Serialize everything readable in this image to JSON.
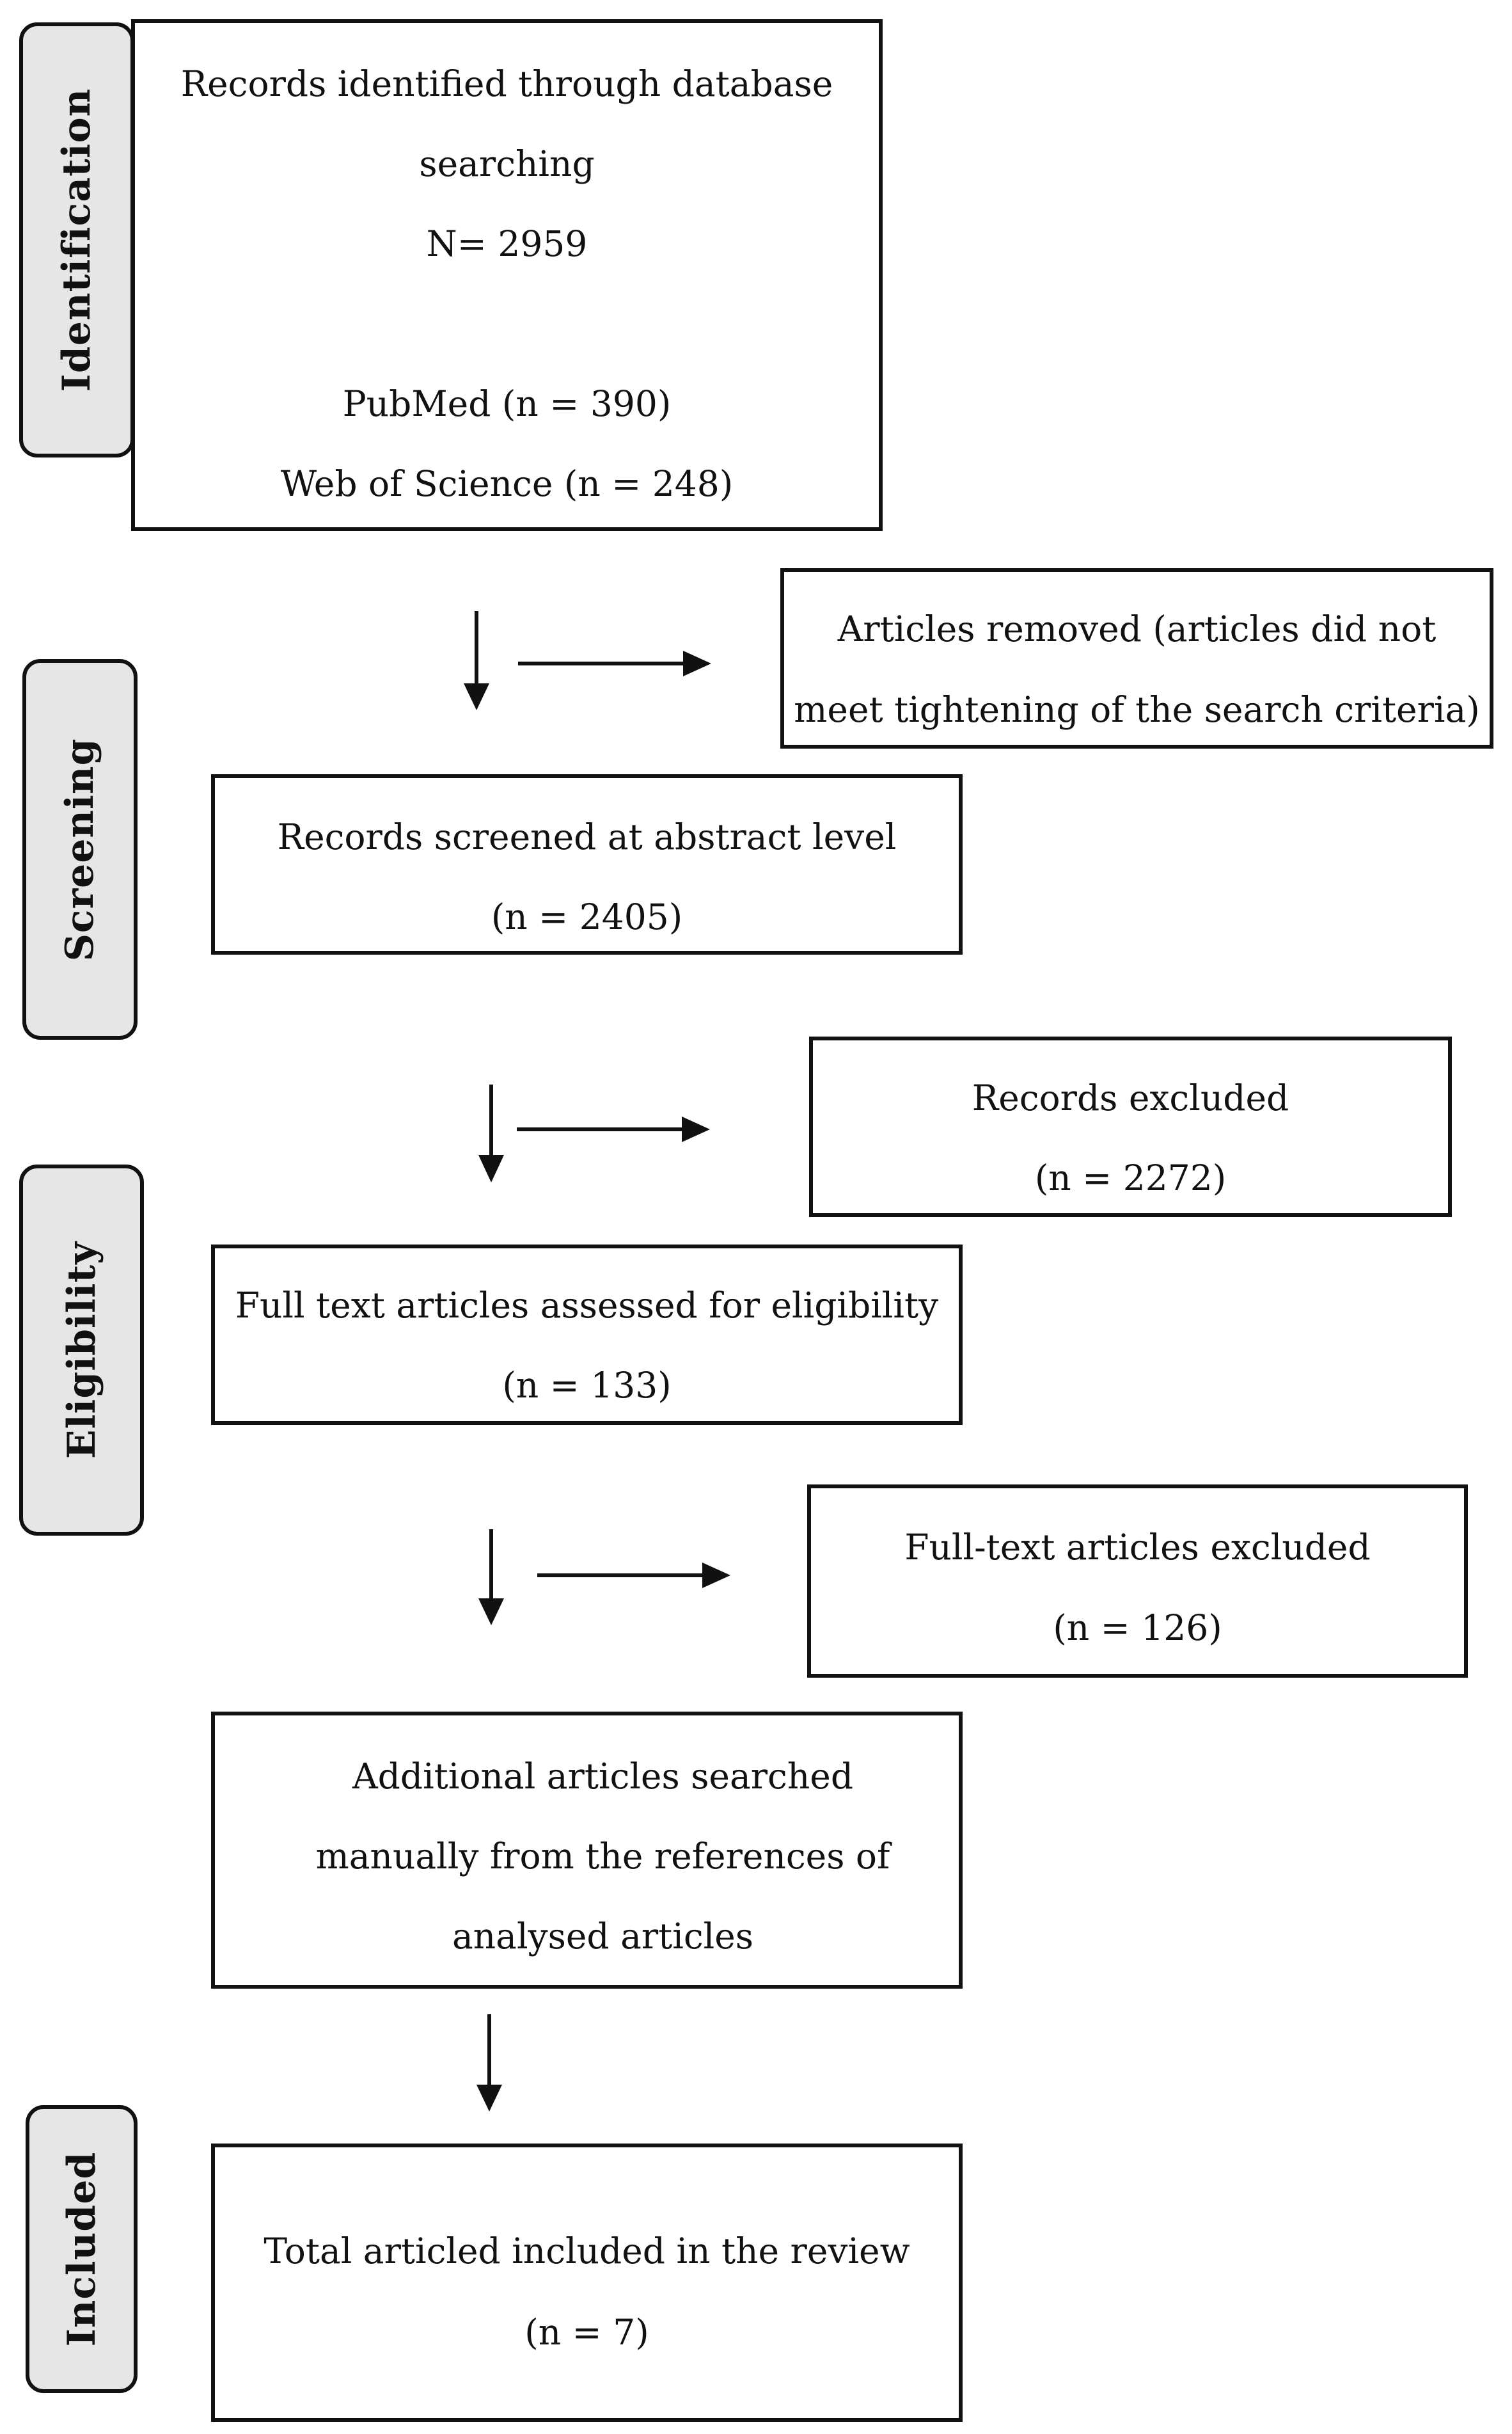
{
  "phases": {
    "identification": "Identification",
    "screening": "Screening",
    "eligibility": "Eligibility",
    "included": "Included"
  },
  "boxes": {
    "records_identified": {
      "line1": "Records identified through database",
      "line2": "searching",
      "line3": "N= 2959",
      "pubmed": "PubMed (n = 390)",
      "wos": "Web of Science (n = 248)"
    },
    "articles_removed": {
      "line1": "Articles removed (articles did not",
      "line2": "meet tightening of the search criteria)"
    },
    "records_screened": {
      "line1": "Records screened at abstract level",
      "line2": "(n = 2405)"
    },
    "records_excluded": {
      "line1": "Records excluded",
      "line2": "(n = 2272)"
    },
    "full_text_assessed": {
      "line1": "Full text articles assessed for eligibility",
      "line2": "(n = 133)"
    },
    "full_text_excluded": {
      "line1": "Full-text articles excluded",
      "line2": "(n = 126)"
    },
    "additional_articles": {
      "line1": "Additional articles searched",
      "line2": "manually from the references of",
      "line3": "analysed articles"
    },
    "total_included": {
      "line1": "Total articled included in the review",
      "line2": "(n = 7)"
    }
  }
}
